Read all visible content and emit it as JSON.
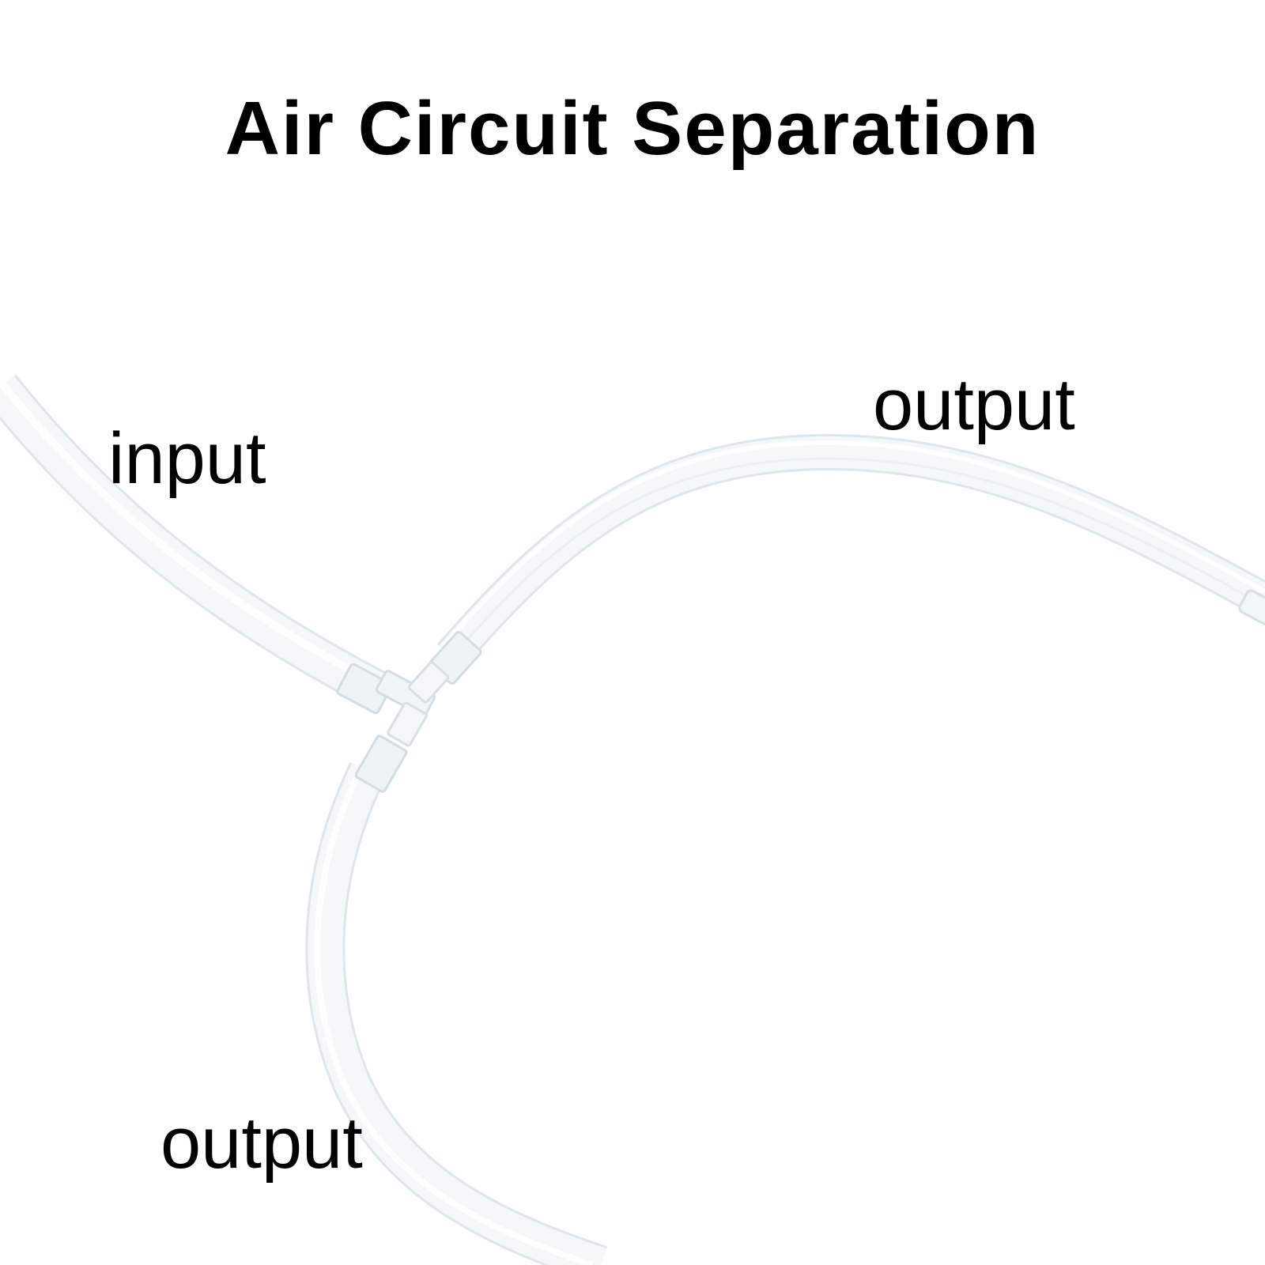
{
  "title": "Air Circuit Separation",
  "labels": {
    "input": "input",
    "output_right": "output",
    "output_bottom": "output"
  },
  "colors": {
    "background": "#ffffff",
    "text": "#000000",
    "tube_outline": "#dce6ea",
    "tube_fill": "#f4f8f9",
    "tube_core": "#ffffff"
  }
}
